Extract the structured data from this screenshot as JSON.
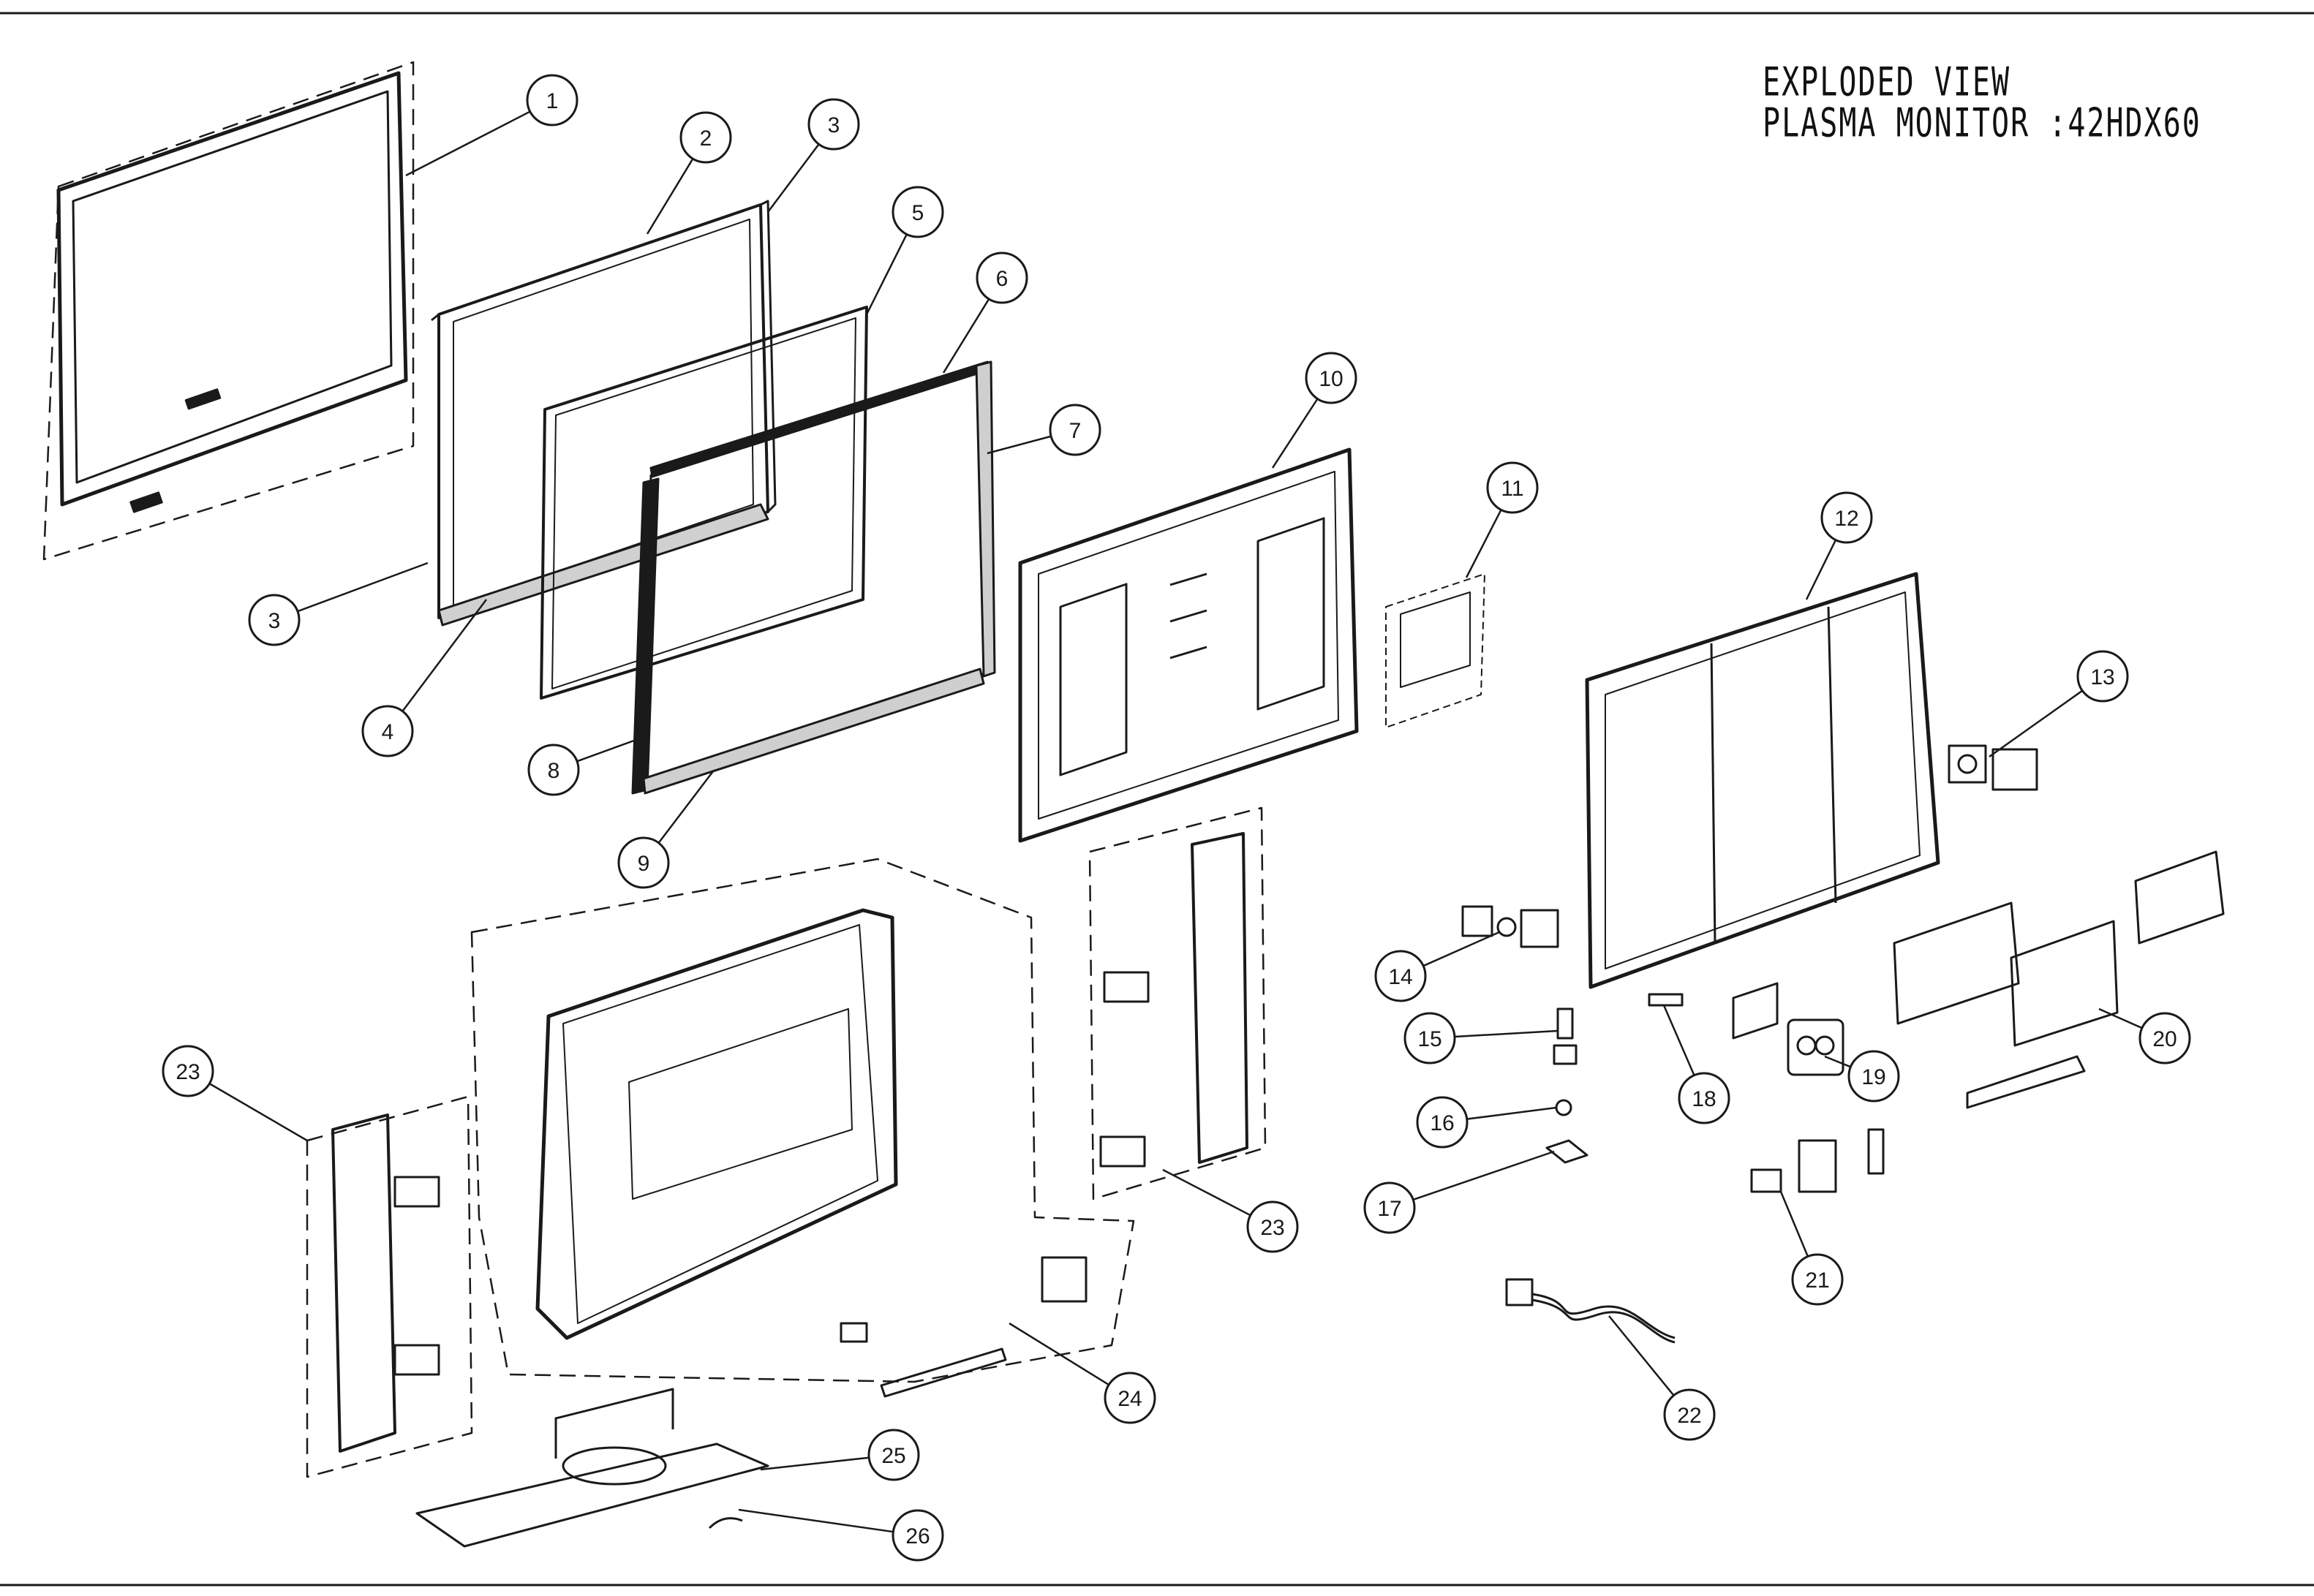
{
  "title": {
    "line1": "EXPLODED VIEW",
    "line2": "PLASMA MONITOR :42HDX60"
  },
  "callouts": [
    {
      "num": "1"
    },
    {
      "num": "2"
    },
    {
      "num": "3"
    },
    {
      "num": "3"
    },
    {
      "num": "4"
    },
    {
      "num": "5"
    },
    {
      "num": "6"
    },
    {
      "num": "7"
    },
    {
      "num": "8"
    },
    {
      "num": "9"
    },
    {
      "num": "10"
    },
    {
      "num": "11"
    },
    {
      "num": "12"
    },
    {
      "num": "13"
    },
    {
      "num": "14"
    },
    {
      "num": "15"
    },
    {
      "num": "16"
    },
    {
      "num": "17"
    },
    {
      "num": "18"
    },
    {
      "num": "19"
    },
    {
      "num": "20"
    },
    {
      "num": "21"
    },
    {
      "num": "22"
    },
    {
      "num": "23"
    },
    {
      "num": "23"
    },
    {
      "num": "24"
    },
    {
      "num": "25"
    },
    {
      "num": "26"
    }
  ],
  "colors": {
    "ink": "#1a1a1a",
    "paper": "#ffffff"
  }
}
